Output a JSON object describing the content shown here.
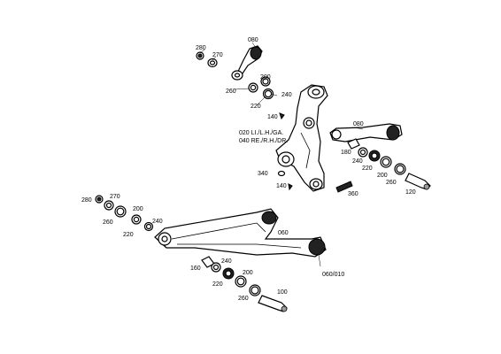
{
  "labels": {
    "top_280": "280",
    "top_270": "270",
    "top_080": "080",
    "top_200": "200",
    "top_260": "260",
    "top_240": "240",
    "top_220": "220",
    "knuckle_140a": "140",
    "knuckle_line1": "020 LI./L.H./GA.",
    "knuckle_line2": "040 RE./R.H./DR.",
    "knuckle_340": "340",
    "knuckle_140b": "140",
    "knuckle_360": "360",
    "right_080": "080",
    "right_180": "180",
    "right_240": "240",
    "right_220": "220",
    "right_200": "200",
    "right_260": "260",
    "right_120": "120",
    "left_280": "280",
    "left_270": "270",
    "left_200": "200",
    "left_260": "260",
    "left_240": "240",
    "left_220": "220",
    "arm_060": "060",
    "arm_060_010": "060/010",
    "bot_160": "160",
    "bot_240": "240",
    "bot_220": "220",
    "bot_200": "200",
    "bot_260": "260",
    "bot_100": "100"
  }
}
